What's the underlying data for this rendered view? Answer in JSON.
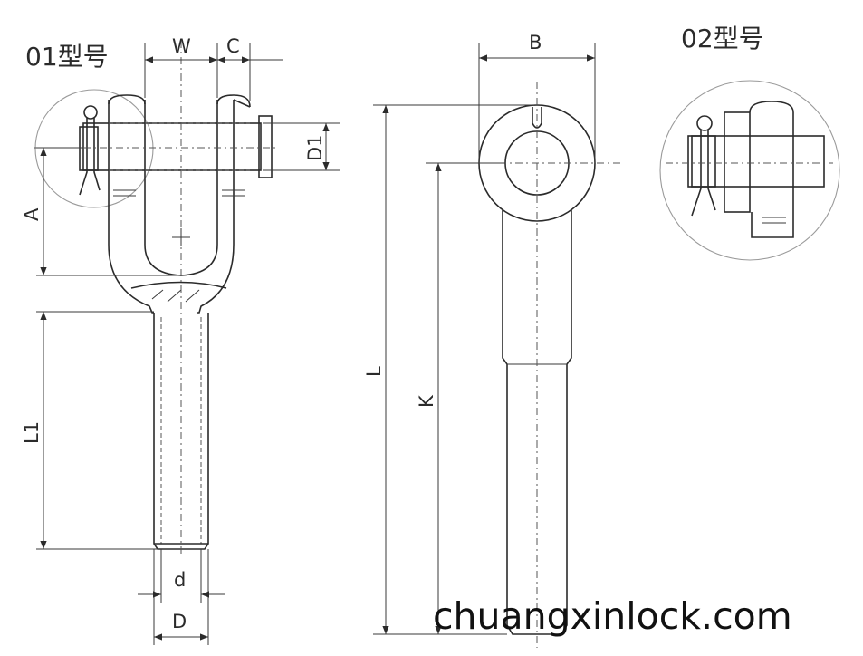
{
  "titles": {
    "type_01": "01型号",
    "type_02": "02型号"
  },
  "dimensions": {
    "W": "W",
    "C": "C",
    "D1": "D1",
    "A": "A",
    "L1": "L1",
    "d": "d",
    "D": "D",
    "B": "B",
    "L": "L",
    "K": "K"
  },
  "watermark": "chuangxinlock.com"
}
